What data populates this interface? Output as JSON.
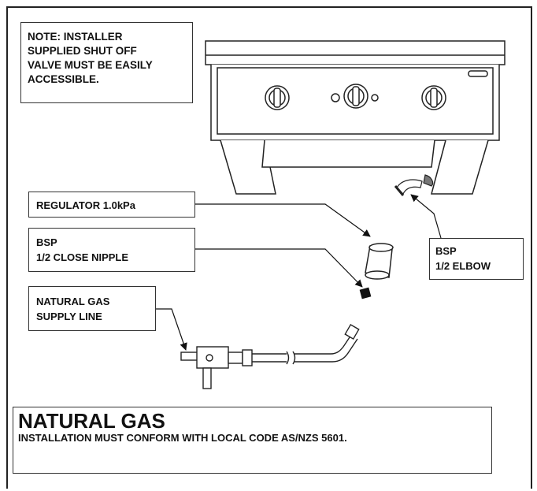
{
  "note": {
    "lines": [
      "NOTE: INSTALLER",
      "SUPPLIED SHUT OFF",
      "VALVE MUST BE EASILY",
      "ACCESSIBLE."
    ]
  },
  "regulator": {
    "label": "REGULATOR 1.0kPa"
  },
  "nipple": {
    "lines": [
      "BSP",
      "1/2 CLOSE NIPPLE"
    ]
  },
  "supply": {
    "lines": [
      "NATURAL GAS",
      "SUPPLY LINE"
    ]
  },
  "elbow": {
    "lines": [
      "BSP",
      "1/2 ELBOW"
    ]
  },
  "footer": {
    "title": "NATURAL GAS",
    "subtitle": "INSTALLATION MUST CONFORM WITH LOCAL CODE AS/NZS 5601."
  },
  "colors": {
    "ink": "#222222",
    "background": "#ffffff"
  }
}
